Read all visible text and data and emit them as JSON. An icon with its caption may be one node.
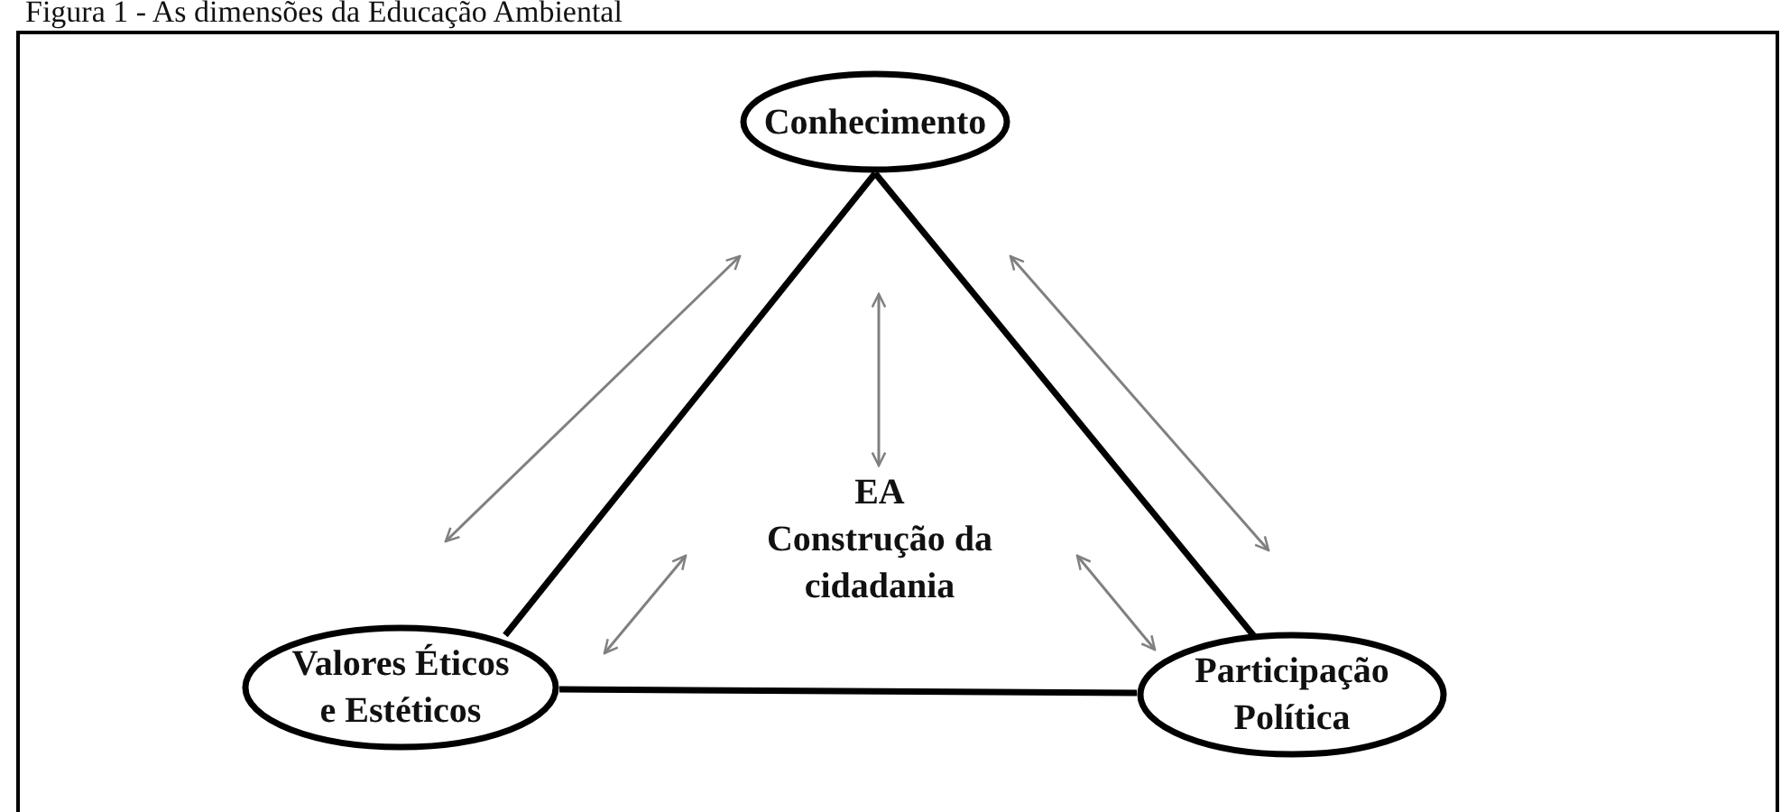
{
  "diagram": {
    "title": "Figura 1 - As dimensões da Educação Ambiental",
    "nodes": [
      {
        "text": [
          "Conhecimento"
        ]
      },
      {
        "text": [
          "Valores Éticos e Estéticos"
        ]
      },
      {
        "text": [
          "Participação Política"
        ]
      },
      {
        "text": [
          "EA",
          "Construção da cidadania"
        ]
      }
    ],
    "edges": [
      {
        "from": 0,
        "to": 1,
        "arrow": "none",
        "style": "thick",
        "color": "#000000"
      },
      {
        "from": 0,
        "to": 2,
        "arrow": "none",
        "style": "thick",
        "color": "#000000"
      },
      {
        "from": 1,
        "to": 2,
        "arrow": "none",
        "style": "thick",
        "color": "#000000"
      },
      {
        "from": 0,
        "to": 1,
        "arrow": "both"
      },
      {
        "from": 0,
        "to": 2,
        "arrow": "both"
      },
      {
        "from": 3,
        "to": 0,
        "arrow": "both"
      },
      {
        "from": 3,
        "to": 1,
        "arrow": "both"
      },
      {
        "from": 3,
        "to": 2,
        "arrow": "both"
      }
    ]
  }
}
